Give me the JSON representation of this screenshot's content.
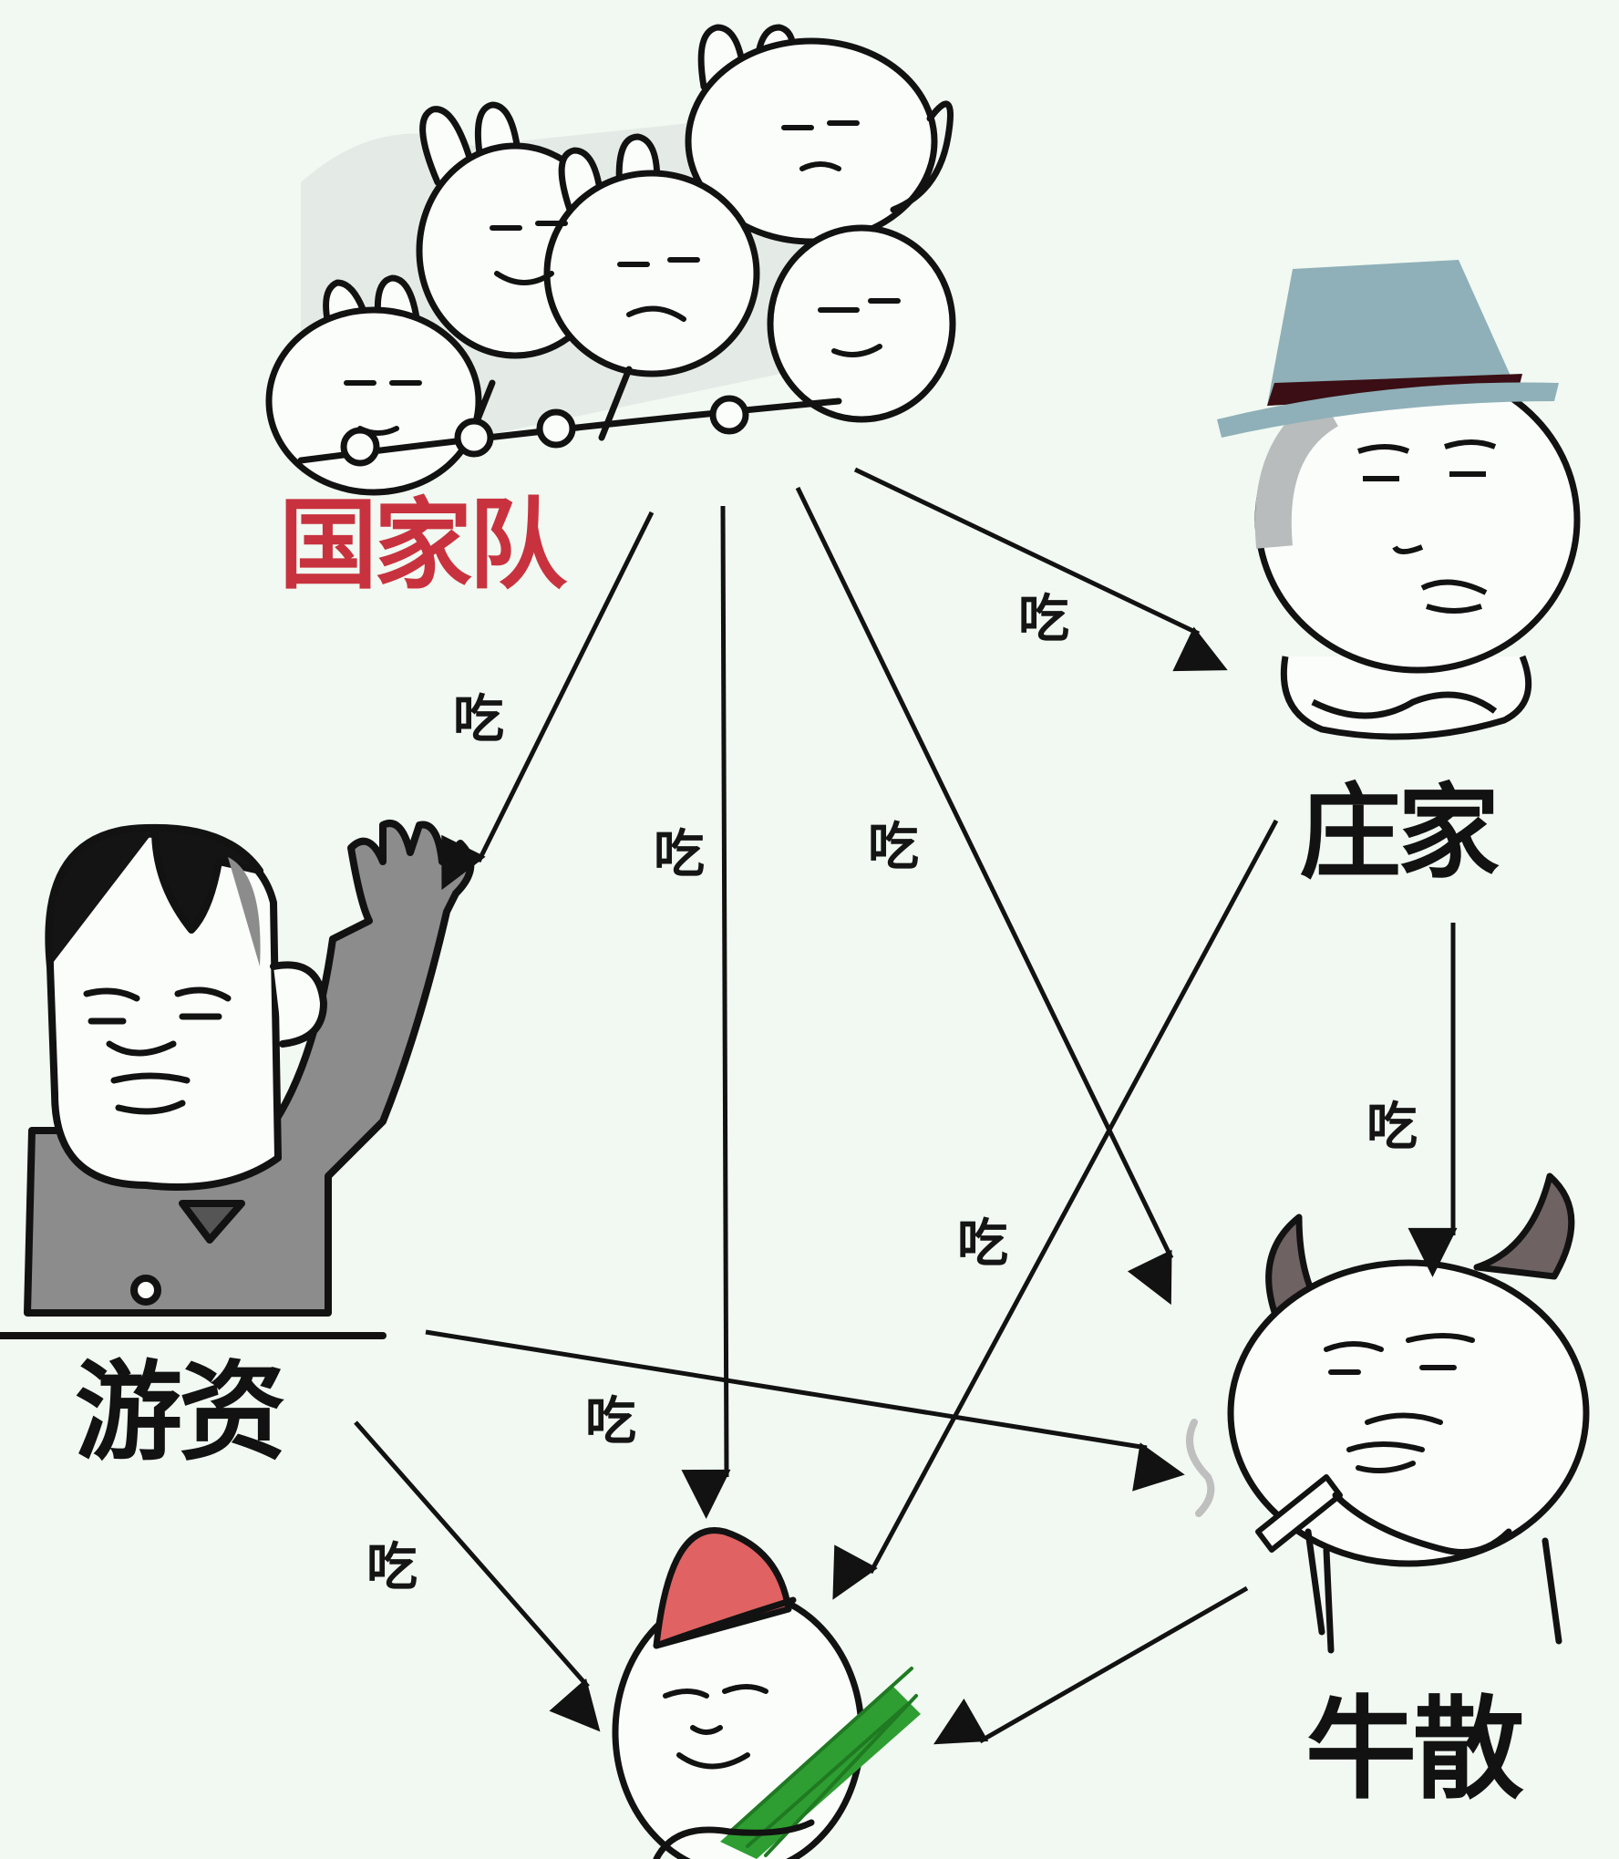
{
  "colors": {
    "background": "#f1f9f2",
    "ink": "#121212",
    "national_team_label": "#c8323e",
    "hat_crown": "#8fb0b8",
    "hat_band": "#3a0e14",
    "leek_hat": "#e06262",
    "leek_green": "#2f9e32",
    "shirt_gray": "#8c8c8c",
    "horn": "#6e6262"
  },
  "nodes": {
    "national_team": {
      "label": "国家队",
      "icon": "rabbit-group-icon"
    },
    "market_maker": {
      "label": "庄家",
      "icon": "fedora-hat-character-icon"
    },
    "hot_money": {
      "label": "游资",
      "icon": "waving-man-icon"
    },
    "big_retail": {
      "label": "牛散",
      "icon": "horned-smoking-character-icon"
    },
    "retail_leek": {
      "label": "",
      "icon": "leek-holding-character-icon"
    }
  },
  "edges": [
    {
      "from": "national_team",
      "to": "hot_money",
      "label": "吃"
    },
    {
      "from": "national_team",
      "to": "retail_leek",
      "label": "吃"
    },
    {
      "from": "national_team",
      "to": "big_retail",
      "label": "吃"
    },
    {
      "from": "national_team",
      "to": "market_maker",
      "label": "吃"
    },
    {
      "from": "market_maker",
      "to": "retail_leek",
      "label": "吃"
    },
    {
      "from": "market_maker",
      "to": "big_retail",
      "label": "吃"
    },
    {
      "from": "hot_money",
      "to": "big_retail",
      "label": "吃"
    },
    {
      "from": "hot_money",
      "to": "retail_leek",
      "label": "吃"
    },
    {
      "from": "big_retail",
      "to": "retail_leek",
      "label": ""
    }
  ]
}
